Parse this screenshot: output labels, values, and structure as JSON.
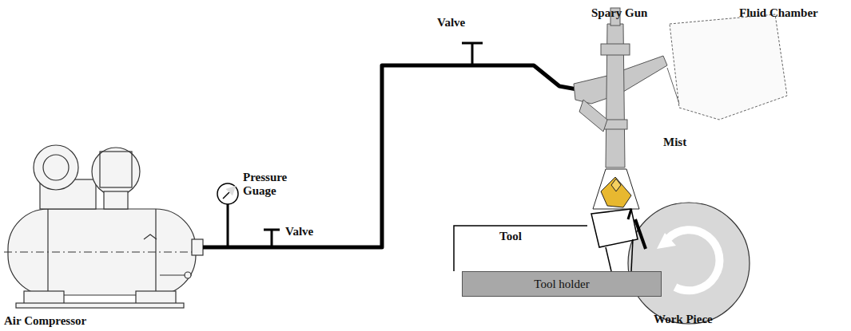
{
  "diagram": {
    "nodes": [
      {
        "text": [
          "Tool holder"
        ]
      }
    ],
    "labels": [
      "Valve",
      "Spary Gun",
      "Fluid Chamber",
      "Pressure Guage",
      "Valve",
      "Mist",
      "Tool",
      "Work Piece",
      "Air Compressor"
    ]
  }
}
